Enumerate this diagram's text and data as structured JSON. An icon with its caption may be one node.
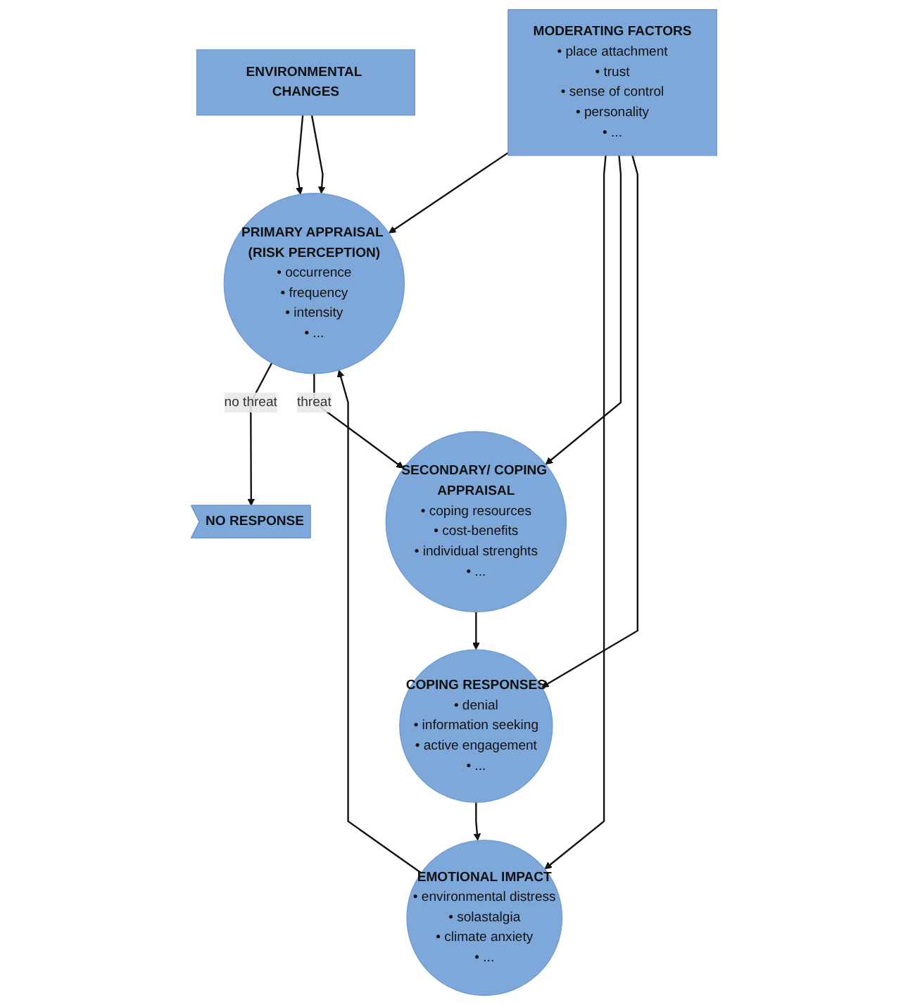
{
  "diagram": {
    "nodes": [
      {
        "text": [
          "ENVIRONMENTAL CHANGES"
        ]
      },
      {
        "text": [
          "PRIMARY APPRAISAL (RISK PERCEPTION)",
          "• occurrence",
          "• frequency",
          "• intensity",
          "• ..."
        ]
      },
      {
        "text": [
          "NO RESPONSE"
        ]
      },
      {
        "text": [
          "EMOTIONAL IMPACT",
          "• environmental distress",
          "• solastalgia",
          "• climate anxiety",
          "• ..."
        ]
      },
      {
        "text": [
          "MODERATING FACTORS",
          "• place attachment",
          "• trust",
          "• sense of control",
          "• personality",
          "• ..."
        ]
      },
      {
        "text": [
          "SECONDARY/ COPING APPRAISAL",
          "• coping resources",
          "• cost-benefits",
          "• individual strenghts",
          "• ..."
        ]
      },
      {
        "text": [
          "COPING RESPONSES",
          "• denial",
          "• information seeking",
          "• active engagement",
          "• ..."
        ]
      }
    ],
    "edges": [
      {
        "from": 0,
        "to": 1,
        "arrow": "to"
      },
      {
        "from": 0,
        "to": 1,
        "arrow": "to"
      },
      {
        "from": 1,
        "to": 2,
        "arrow": "to",
        "label": "no threat"
      },
      {
        "from": 1,
        "to": 5,
        "arrow": "to",
        "label": "threat"
      },
      {
        "from": 4,
        "to": 1,
        "arrow": "to"
      },
      {
        "from": 4,
        "to": 3,
        "arrow": "to"
      },
      {
        "from": 4,
        "to": 5,
        "arrow": "to"
      },
      {
        "from": 4,
        "to": 6,
        "arrow": "to"
      },
      {
        "from": 5,
        "to": 6,
        "arrow": "to"
      },
      {
        "from": 6,
        "to": 3,
        "arrow": "to"
      },
      {
        "from": 3,
        "to": 1,
        "arrow": "to"
      }
    ]
  }
}
